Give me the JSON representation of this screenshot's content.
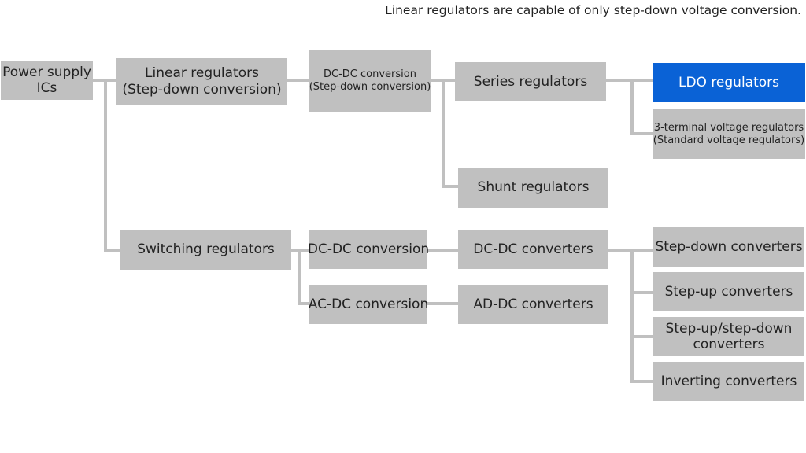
{
  "note": "Linear regulators are capable of only step-down voltage conversion.",
  "colors": {
    "box": "#c0c0c0",
    "highlight": "#0a62d6",
    "connector": "#c0c0c0"
  },
  "nodes": {
    "power_supply_ics": [
      "Power supply",
      "ICs"
    ],
    "linear_regulators": [
      "Linear regulators",
      "(Step-down conversion)"
    ],
    "linear_dcdc_conversion": [
      "DC-DC conversion",
      "(Step-down conversion)"
    ],
    "series_regulators": "Series regulators",
    "ldo_regulators": "LDO regulators",
    "three_terminal_regulators": [
      "3-terminal voltage regulators",
      "(Standard voltage regulators)"
    ],
    "shunt_regulators": "Shunt regulators",
    "switching_regulators": "Switching regulators",
    "switching_dcdc_conversion": "DC-DC conversion",
    "acdc_conversion": "AC-DC conversion",
    "dcdc_converters": "DC-DC converters",
    "addc_converters": "AD-DC converters",
    "stepdown_converters": "Step-down converters",
    "stepup_converters": "Step-up converters",
    "stepup_stepdown_converters": [
      "Step-up/step-down",
      "converters"
    ],
    "inverting_converters": "Inverting converters"
  }
}
